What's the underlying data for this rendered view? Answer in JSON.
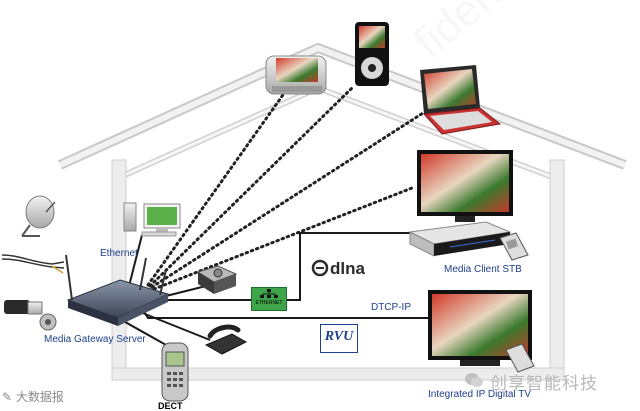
{
  "diagram": {
    "labels": {
      "ethernet": "Ethernet",
      "media_gateway_server": "Media Gateway Server",
      "dlna": "dlna",
      "media_client_stb": "Media Client STB",
      "dtcp_ip": "DTCP-IP",
      "integrated_ip_tv": "Integrated IP Digital TV",
      "dect": "DECT",
      "ethernet_badge": "ETHERNET",
      "rvu_logo": "RVU",
      "watermark_confidential": "Broadcom Confidential",
      "watermark_brand": "创享智能科技",
      "watermark_left": "大数据报"
    },
    "colors": {
      "house_outline": "#e8e8e8",
      "house_shadow": "#c8c8c8",
      "label_blue": "#1e3f8c",
      "wire": "#1a1a1a",
      "badge_green": "#3ea54a"
    },
    "devices": [
      "satellite-dish-icon",
      "cable-icon",
      "coax-connector-icon",
      "router-icon",
      "desktop-pc-icon",
      "hard-drive-icon",
      "phone-icon",
      "dect-handset-icon",
      "smartphone-icon",
      "media-player-icon",
      "laptop-icon",
      "flat-tv-icon",
      "set-top-box-icon",
      "remote-icon"
    ]
  }
}
